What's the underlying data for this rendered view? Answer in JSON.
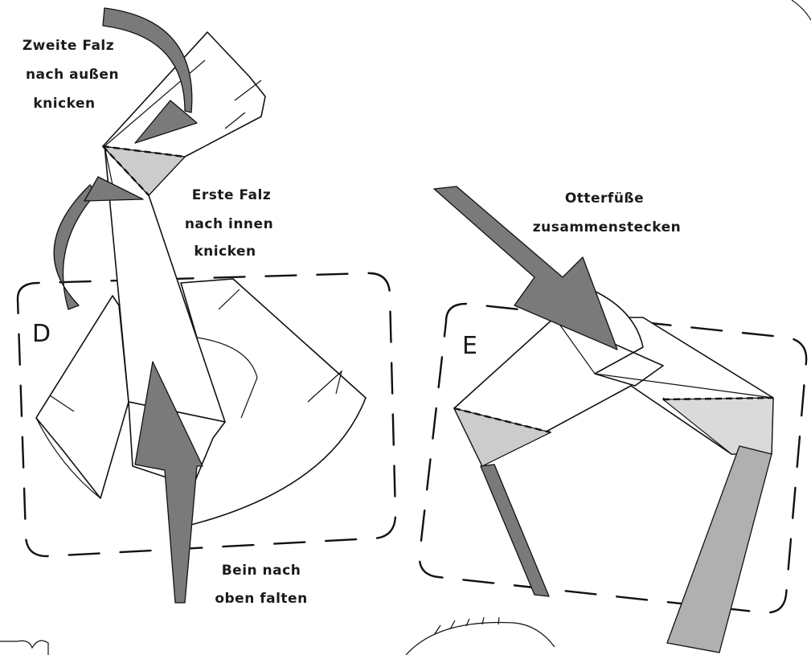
{
  "steps": {
    "d": {
      "letter": "D"
    },
    "e": {
      "letter": "E"
    }
  },
  "labels": {
    "second_fold": [
      "Zweite Falz",
      "nach außen",
      "knicken"
    ],
    "first_fold": [
      "Erste Falz",
      "nach innen",
      "knicken"
    ],
    "leg_up": [
      "Bein nach",
      "oben falten"
    ],
    "otter_feet": [
      "Otterfüße",
      "zusammenstecken"
    ]
  },
  "colors": {
    "arrow": "#7a7a7a",
    "shade_light": "#cccccc",
    "shade_lighter": "#dadada",
    "leg_grey": "#b0b0b0",
    "line": "#111111"
  }
}
